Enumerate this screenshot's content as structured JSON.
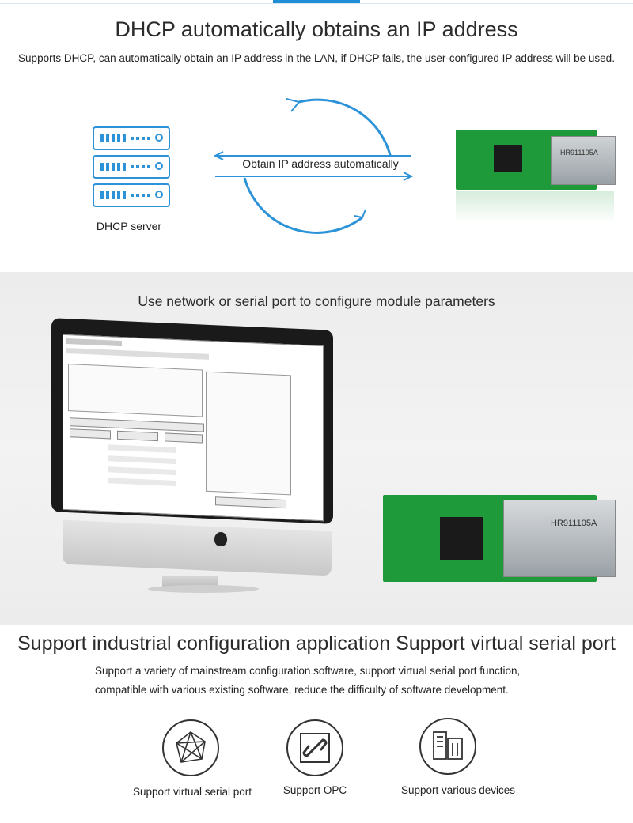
{
  "section1": {
    "title": "DHCP automatically obtains an IP address",
    "subtitle": "Supports DHCP, can automatically obtain an IP address in the LAN, if DHCP fails, the user-configured IP address will be used.",
    "server_label": "DHCP server",
    "cycle_label": "Obtain IP address automatically",
    "module_text": "HR911105A"
  },
  "section2": {
    "title": "Use network or serial port to configure module parameters",
    "module_text": "HR911105A"
  },
  "section3": {
    "title": "Support industrial configuration application Support virtual serial port",
    "desc_line1": "Support a variety of mainstream configuration software, support virtual serial port function,",
    "desc_line2": "compatible with various existing software, reduce the difficulty of software development.",
    "features": [
      {
        "label": "Support virtual serial port",
        "icon": "network-mesh-icon"
      },
      {
        "label": "Support OPC",
        "icon": "link-icon"
      },
      {
        "label": "Support various devices",
        "icon": "devices-icon"
      }
    ]
  },
  "colors": {
    "accent": "#1e8fd6",
    "pcb": "#1f9a3a"
  }
}
